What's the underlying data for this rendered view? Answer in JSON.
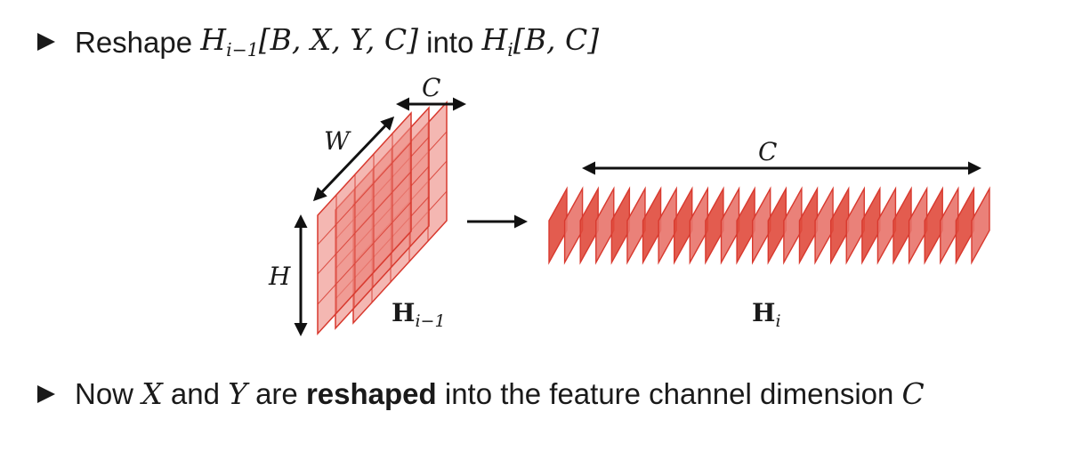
{
  "bullet1": {
    "text": "Reshape",
    "h_prev": "H",
    "h_prev_sub": "i−1",
    "h_prev_args": "[B, X, Y, C]",
    "middle": "into",
    "h_cur": "H",
    "h_cur_sub": "i",
    "h_cur_args": "[B, C]"
  },
  "diagram": {
    "left_tensor": {
      "label_main": "H",
      "label_sub": "i−1",
      "dim_width": "W",
      "dim_height": "H",
      "dim_channels": "C"
    },
    "right_tensor": {
      "label_main": "H",
      "label_sub": "i",
      "dim_channels": "C"
    },
    "colors": {
      "fill": "#e8736a",
      "stroke": "#d8392e",
      "dark_fill": "#e04a3c"
    },
    "arrow_icon": "right-arrow-icon"
  },
  "bullet2": {
    "prefix": "Now",
    "var_x": "X",
    "and": "and",
    "var_y": "Y",
    "are": "are",
    "bold_word": "reshaped",
    "suffix": "into the feature channel dimension",
    "var_c": "C"
  }
}
